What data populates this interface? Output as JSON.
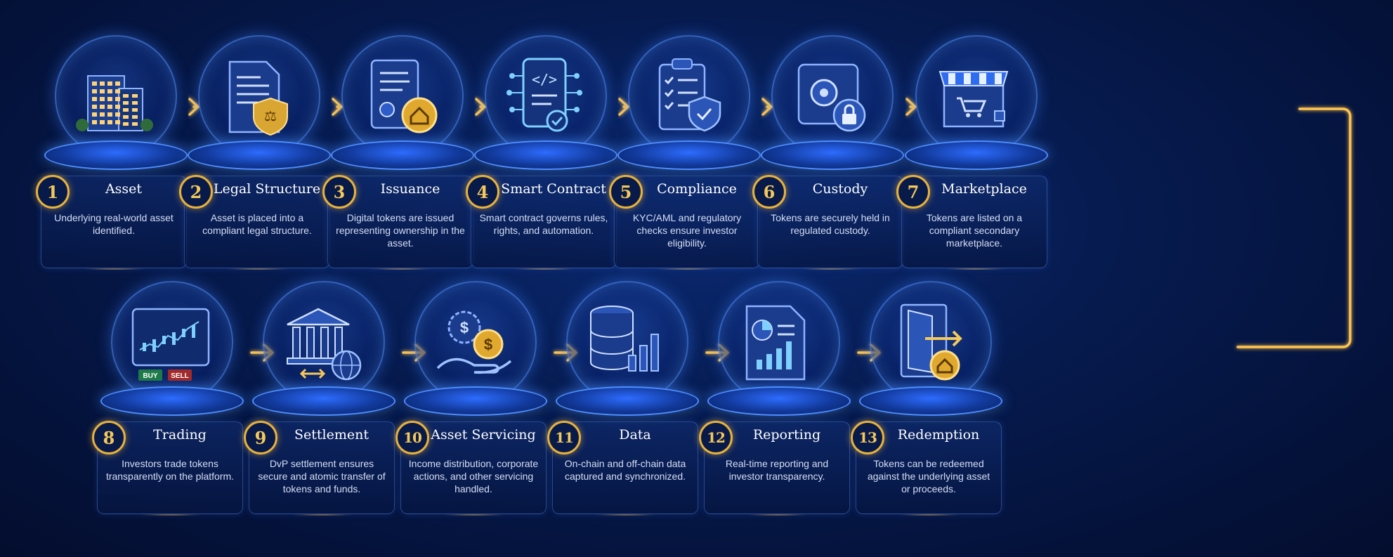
{
  "steps": [
    {
      "number": "1",
      "title": "Asset",
      "description": "Underlying real-world asset identified.",
      "icon": "building-icon"
    },
    {
      "number": "2",
      "title": "Legal Structure",
      "description": "Asset is placed into a compliant legal structure.",
      "icon": "legal-document-icon"
    },
    {
      "number": "3",
      "title": "Issuance",
      "description": "Digital tokens are issued representing ownership in the asset.",
      "icon": "certificate-token-icon"
    },
    {
      "number": "4",
      "title": "Smart Contract",
      "description": "Smart contract governs rules, rights, and automation.",
      "icon": "smart-contract-icon"
    },
    {
      "number": "5",
      "title": "Compliance",
      "description": "KYC/AML and regulatory checks ensure investor eligibility.",
      "icon": "checklist-shield-icon"
    },
    {
      "number": "6",
      "title": "Custody",
      "description": "Tokens are securely held in regulated custody.",
      "icon": "safe-lock-icon"
    },
    {
      "number": "7",
      "title": "Marketplace",
      "description": "Tokens are listed on a compliant secondary marketplace.",
      "icon": "storefront-icon"
    },
    {
      "number": "8",
      "title": "Trading",
      "description": "Investors trade tokens transparently on the platform.",
      "icon": "trading-chart-icon",
      "buy_label": "BUY",
      "sell_label": "SELL"
    },
    {
      "number": "9",
      "title": "Settlement",
      "description": "DvP settlement ensures secure and atomic transfer of tokens and funds.",
      "icon": "bank-globe-icon"
    },
    {
      "number": "10",
      "title": "Asset Servicing",
      "description": "Income distribution, corporate actions, and other servicing handled.",
      "icon": "hand-coin-gear-icon"
    },
    {
      "number": "11",
      "title": "Data",
      "description": "On-chain and off-chain data captured and synchronized.",
      "icon": "database-chart-icon"
    },
    {
      "number": "12",
      "title": "Reporting",
      "description": "Real-time reporting and investor transparency.",
      "icon": "report-icon"
    },
    {
      "number": "13",
      "title": "Redemption",
      "description": "Tokens can be redeemed against the underlying asset or proceeds.",
      "icon": "door-exit-icon"
    }
  ],
  "colors": {
    "background": "#061a4d",
    "accent_gold": "#f4c85a",
    "arrow": "#ffc44d",
    "glow_blue": "#4f8dff"
  }
}
